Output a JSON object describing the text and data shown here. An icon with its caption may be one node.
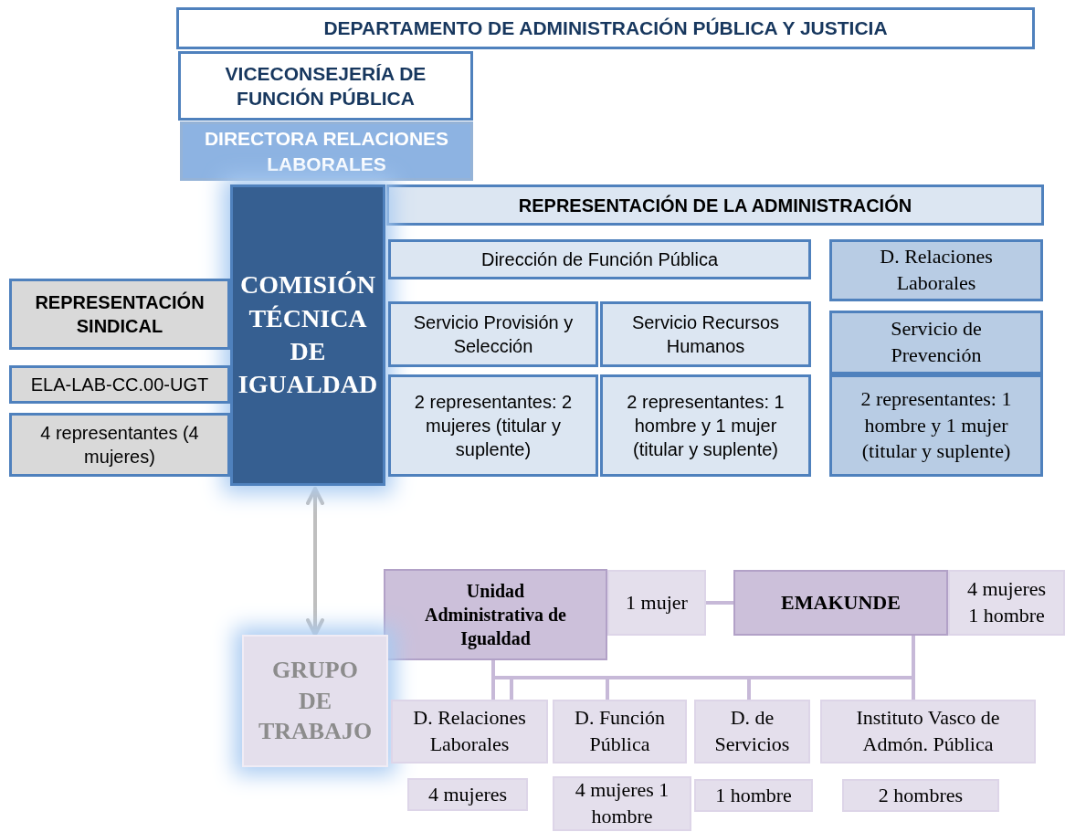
{
  "diagram": {
    "nodes": [
      {
        "text": [
          "DEPARTAMENTO DE ADMINISTRACIÓN PÚBLICA Y JUSTICIA"
        ]
      },
      {
        "text": [
          "VICECONSEJERÍA DE FUNCIÓN PÚBLICA"
        ]
      },
      {
        "text": [
          "DIRECTORA RELACIONES LABORALES"
        ]
      },
      {
        "text": [
          "REPRESENTACIÓN DE LA ADMINISTRACIÓN"
        ]
      },
      {
        "text": [
          "COMISIÓN TÉCNICA DE IGUALDAD"
        ]
      },
      {
        "text": [
          "Dirección de Función Pública"
        ]
      },
      {
        "text": [
          "D. Relaciones Laborales"
        ]
      },
      {
        "text": [
          "REPRESENTACIÓN SINDICAL"
        ]
      },
      {
        "text": [
          "Servicio Provisión y Selección"
        ]
      },
      {
        "text": [
          "Servicio Recursos Humanos"
        ]
      },
      {
        "text": [
          "Servicio de Prevención"
        ]
      },
      {
        "text": [
          "ELA-LAB-CC.00-UGT"
        ]
      },
      {
        "text": [
          "4 representantes (4 mujeres)"
        ]
      },
      {
        "text": [
          "2 representantes: 2 mujeres (titular y suplente)"
        ]
      },
      {
        "text": [
          "2 representantes: 1 hombre y 1 mujer (titular y suplente)"
        ]
      },
      {
        "text": [
          "2 representantes: 1 hombre y 1 mujer (titular y suplente)"
        ]
      },
      {
        "text": [
          "Unidad Administrativa de Igualdad"
        ]
      },
      {
        "text": [
          "1 mujer"
        ]
      },
      {
        "text": [
          "EMAKUNDE"
        ]
      },
      {
        "text": [
          "4 mujeres 1 hombre"
        ]
      },
      {
        "text": [
          "GRUPO DE TRABAJO"
        ]
      },
      {
        "text": [
          "D. Relaciones Laborales"
        ]
      },
      {
        "text": [
          "D. Función Pública"
        ]
      },
      {
        "text": [
          "D. de Servicios"
        ]
      },
      {
        "text": [
          "Instituto Vasco de Admón. Pública"
        ]
      },
      {
        "text": [
          "4 mujeres"
        ]
      },
      {
        "text": [
          "4 mujeres 1 hombre"
        ]
      },
      {
        "text": [
          "1 hombre"
        ]
      },
      {
        "text": [
          "2 hombres"
        ]
      }
    ],
    "edges": [
      {
        "from": 4,
        "to": 20,
        "arrow": "both",
        "color": "#bfbfbf"
      },
      {
        "from": 17,
        "to": 18,
        "arrow": "none"
      },
      {
        "from": 16,
        "to": 21,
        "arrow": "none"
      },
      {
        "from": 16,
        "to": 22,
        "arrow": "none"
      },
      {
        "from": 16,
        "to": 23,
        "arrow": "none"
      },
      {
        "from": 16,
        "to": 24,
        "arrow": "none"
      },
      {
        "from": 18,
        "to": 21,
        "arrow": "none"
      },
      {
        "from": 18,
        "to": 22,
        "arrow": "none"
      },
      {
        "from": 18,
        "to": 23,
        "arrow": "none"
      },
      {
        "from": 18,
        "to": 24,
        "arrow": "none"
      }
    ]
  }
}
